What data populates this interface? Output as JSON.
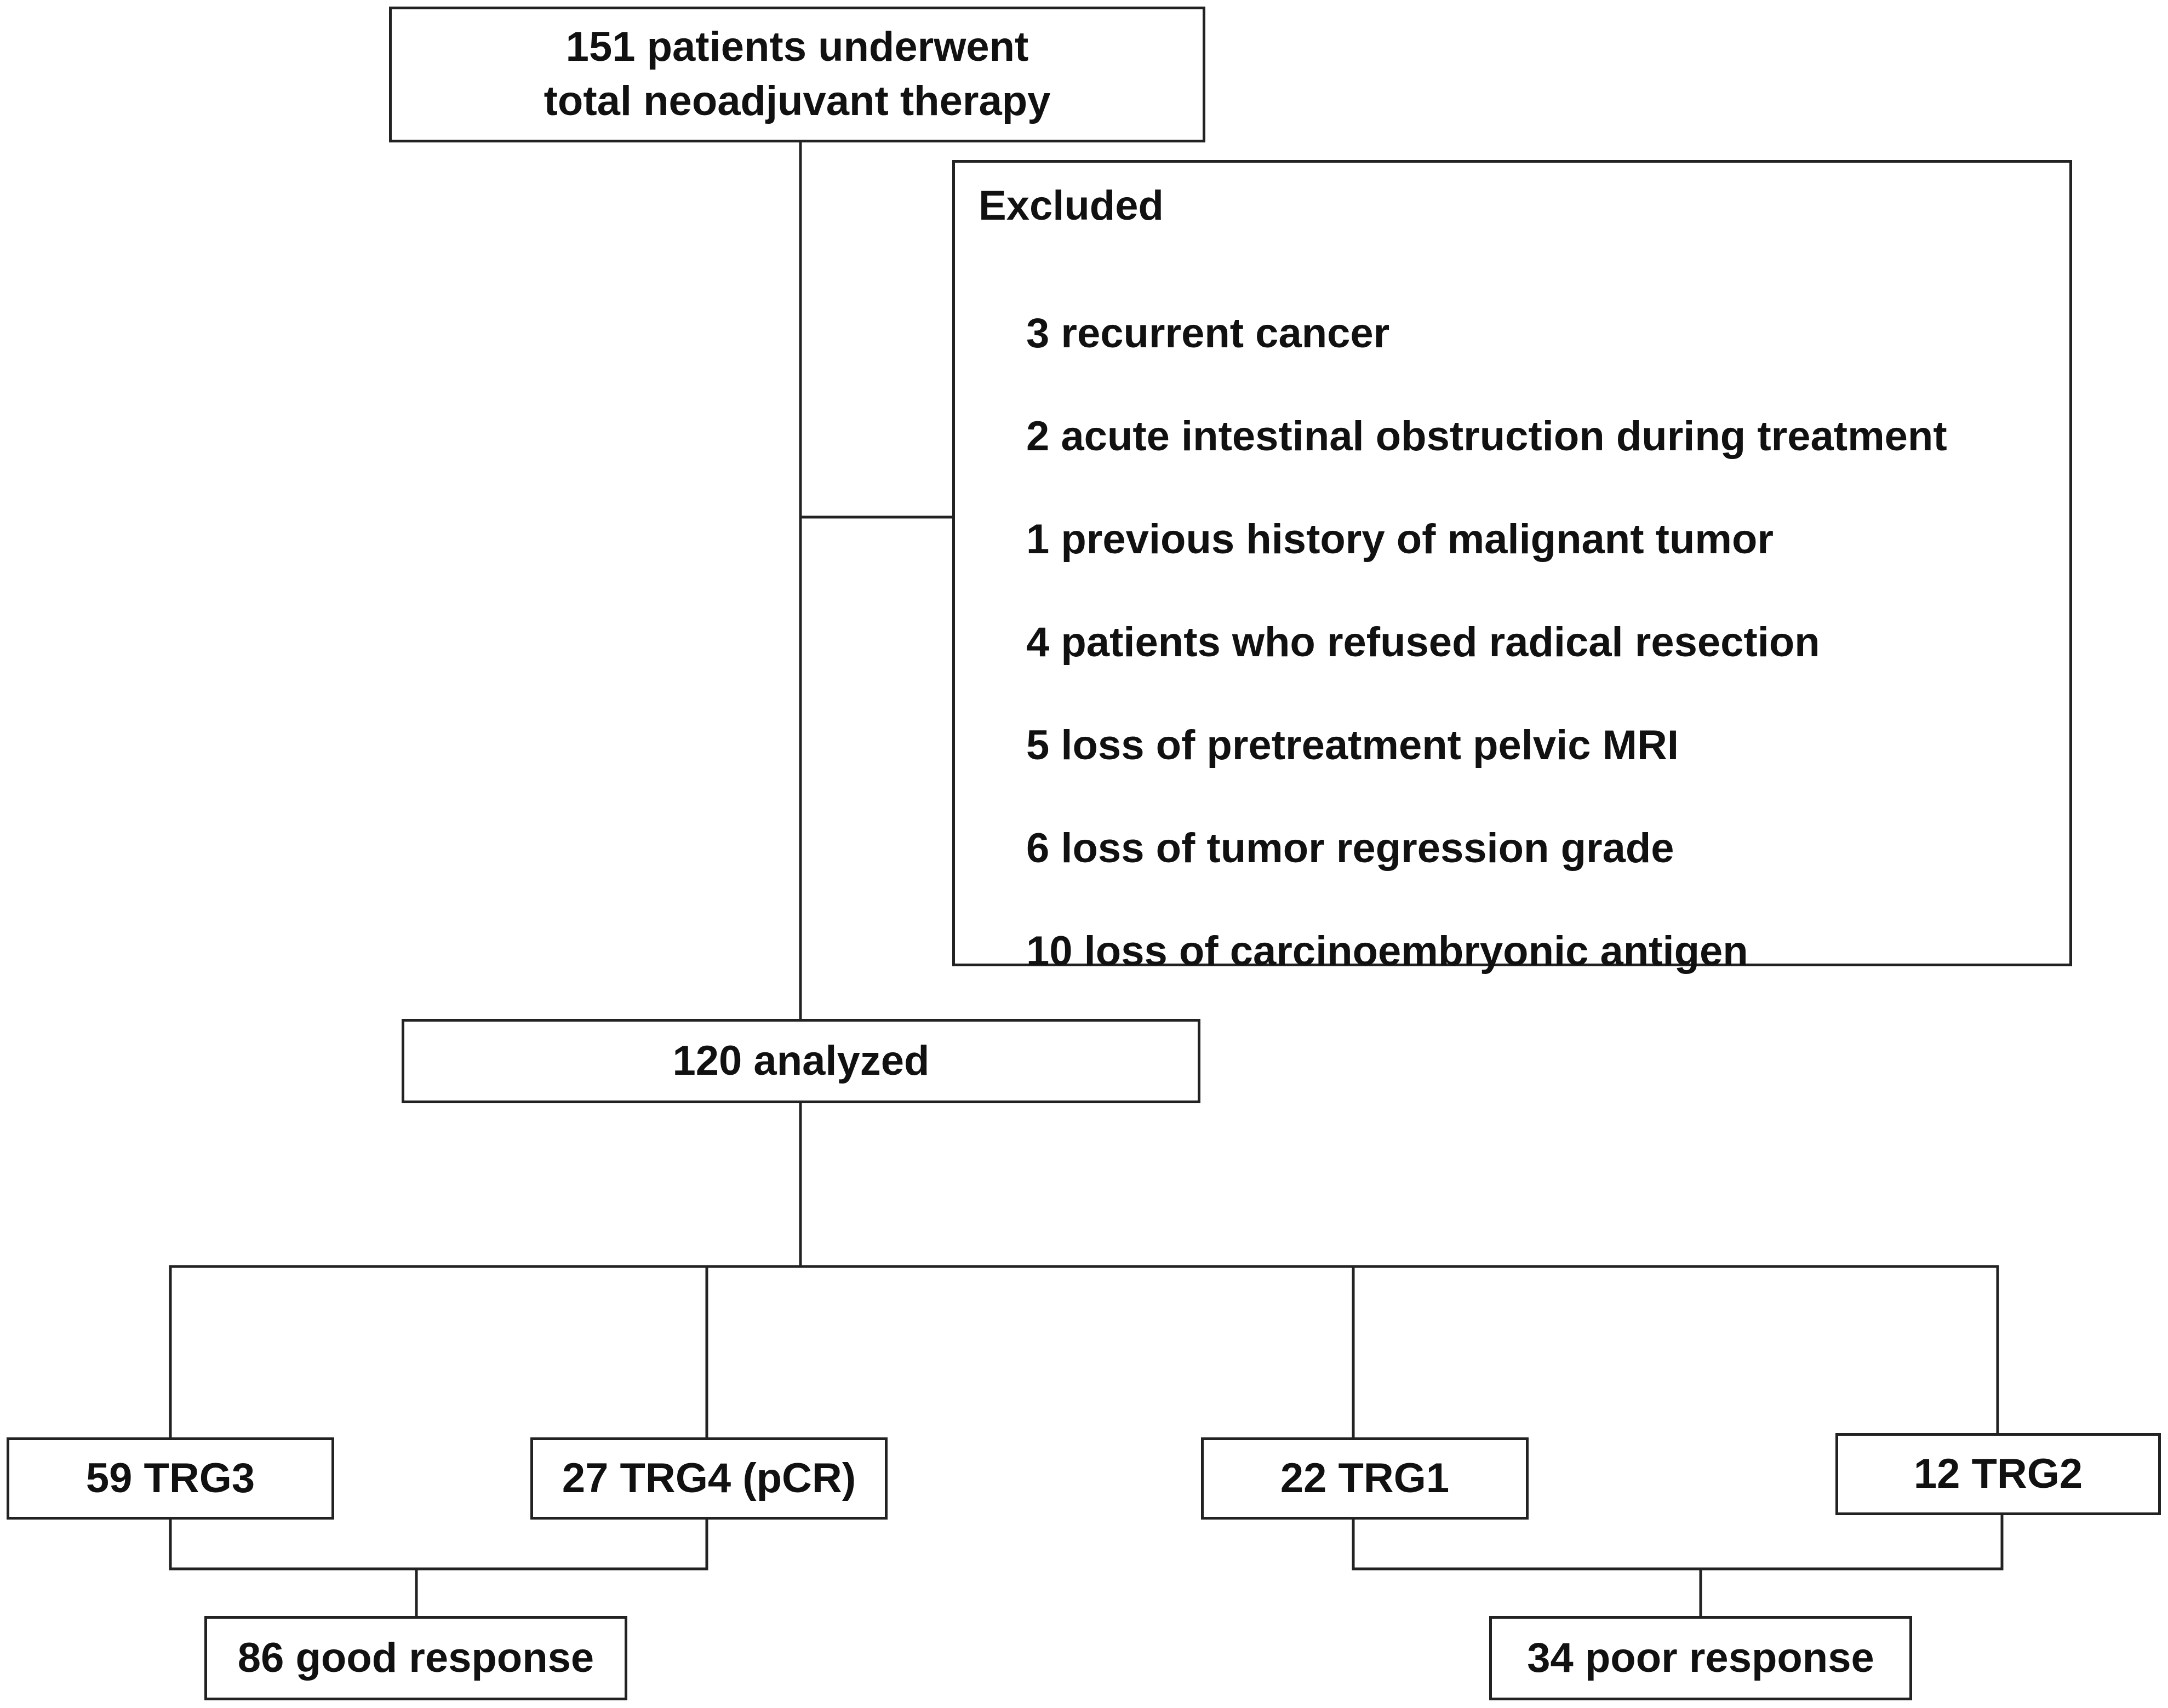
{
  "start": {
    "line1": "151 patients underwent",
    "line2": "total neoadjuvant therapy"
  },
  "excluded": {
    "title": "Excluded",
    "items": [
      "3 recurrent cancer",
      "2 acute intestinal obstruction during treatment",
      "1 previous history of malignant tumor",
      "4 patients who refused radical resection",
      "5 loss of pretreatment pelvic MRI",
      "6 loss of tumor regression grade",
      "10 loss of carcinoembryonic antigen"
    ]
  },
  "analyzed": "120 analyzed",
  "groups": {
    "trg3": "59 TRG3",
    "trg4": "27 TRG4 (pCR)",
    "trg1": "22 TRG1",
    "trg2": "12 TRG2"
  },
  "outcomes": {
    "good": "86 good response",
    "poor": "34 poor response"
  },
  "colors": {
    "line": "#222222",
    "text": "#111111",
    "background": "#ffffff"
  }
}
